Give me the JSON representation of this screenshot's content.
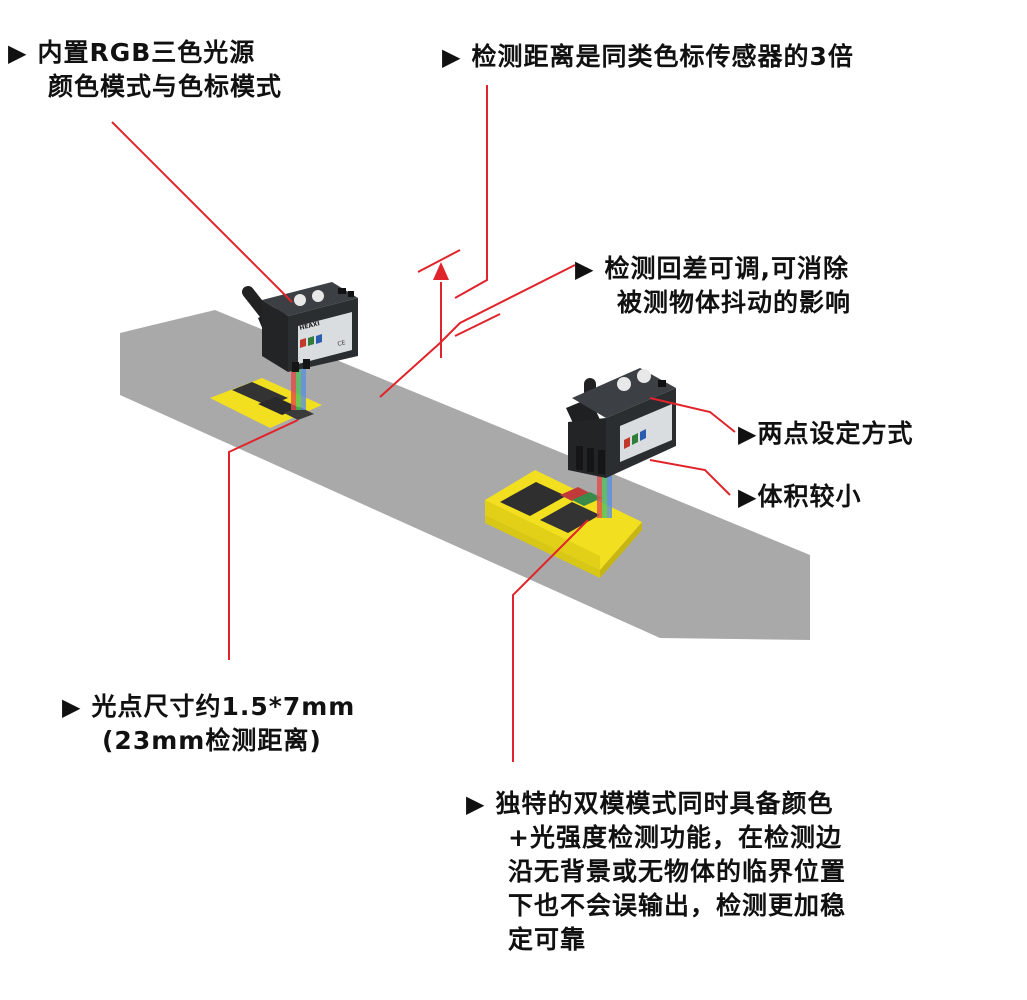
{
  "colors": {
    "accent_line": "#e0242b",
    "belt": "#a9a9a9",
    "target_yellow": "#f2e020",
    "sensor_body": "#2b2e31",
    "label_text": "#111111"
  },
  "icons": {
    "bullet": "black-right-triangle-icon"
  },
  "sensor": {
    "brand": "HEAXI",
    "cert": "CE"
  },
  "callouts": {
    "light_source": {
      "arrow": "▶",
      "lines": [
        "内置RGB三色光源",
        "颜色模式与色标模式"
      ]
    },
    "distance": {
      "arrow": "▶",
      "lines": [
        "检测距离是同类色标传感器的3倍"
      ]
    },
    "hysteresis": {
      "arrow": "▶",
      "lines": [
        "检测回差可调,可消除",
        "被测物体抖动的影响"
      ]
    },
    "two_point": {
      "arrow": "▶",
      "lines": [
        "两点设定方式"
      ]
    },
    "compact": {
      "arrow": "▶",
      "lines": [
        "体积较小"
      ]
    },
    "spot": {
      "arrow": "▶",
      "lines": [
        "光点尺寸约1.5*7mm",
        "(23mm检测距离)"
      ]
    },
    "dual_mode": {
      "arrow": "▶",
      "lines": [
        "独特的双模模式同时具备颜色",
        "+光强度检测功能，在检测边",
        "沿无背景或无物体的临界位置",
        "下也不会误输出，检测更加稳",
        "定可靠"
      ]
    }
  }
}
